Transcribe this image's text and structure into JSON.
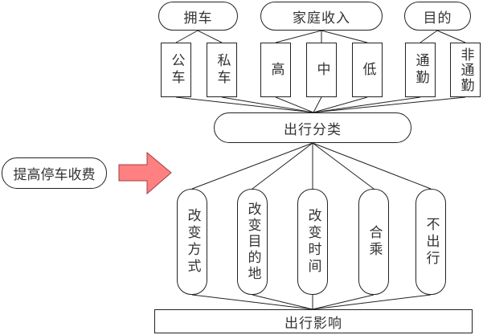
{
  "diagram": {
    "categories": [
      {
        "id": "car",
        "label": "拥车",
        "children": [
          "公车",
          "私车"
        ]
      },
      {
        "id": "income",
        "label": "家庭收入",
        "children": [
          "高",
          "中",
          "低"
        ]
      },
      {
        "id": "purpose",
        "label": "目的",
        "children": [
          "通勤",
          "非通勤"
        ]
      }
    ],
    "classification": "出行分类",
    "policy": "提高停车收费",
    "responses": [
      "改变方式",
      "改变目的地",
      "改变时间",
      "合乘",
      "不出行"
    ],
    "impact": "出行影响",
    "colors": {
      "arrow_fill": "#FF8080",
      "arrow_stroke": "#A04040",
      "line": "#222222"
    }
  }
}
